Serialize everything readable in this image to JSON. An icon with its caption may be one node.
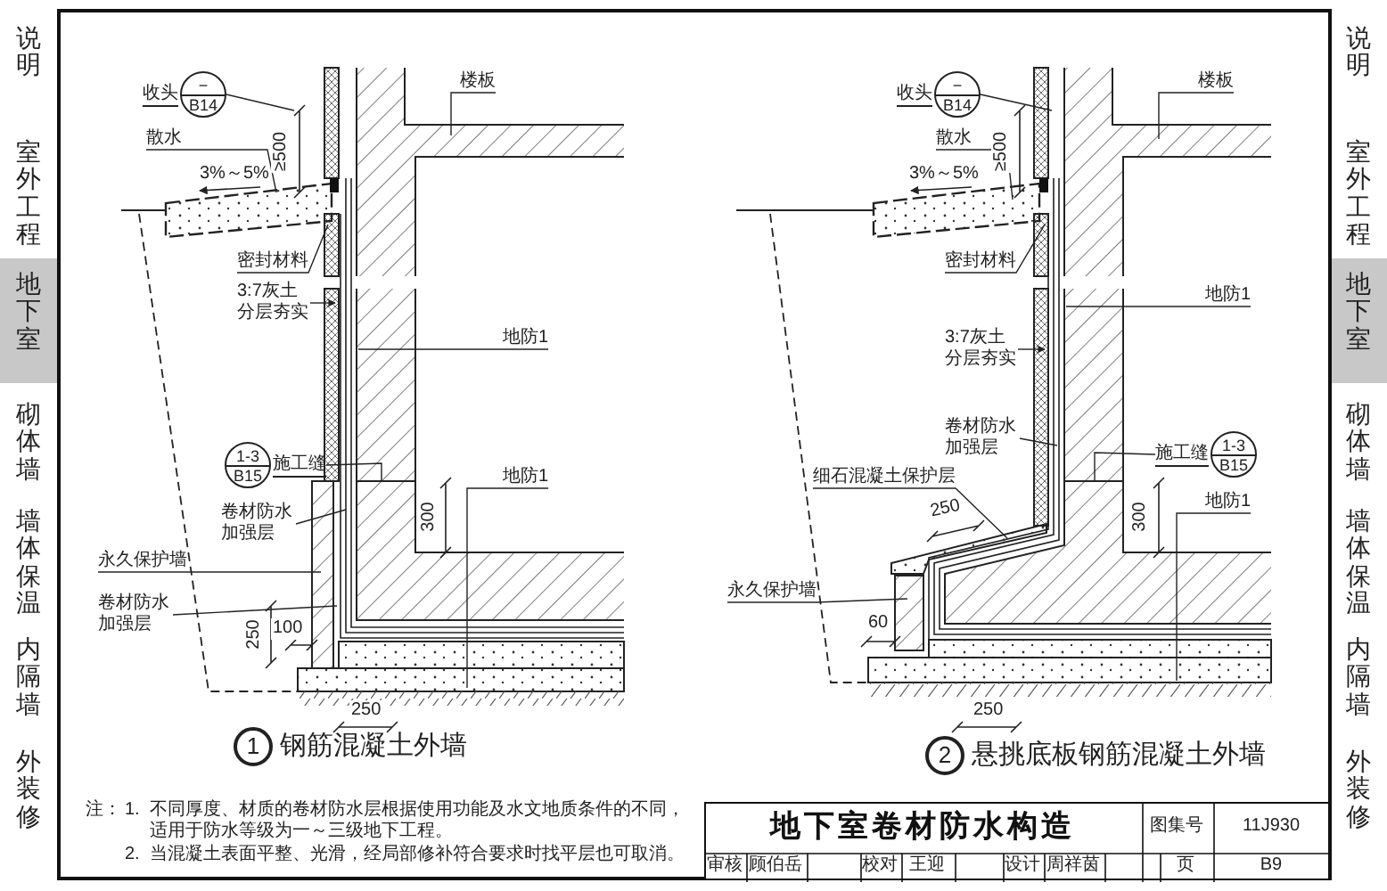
{
  "diagram": {
    "title": "地下室卷材防水构造",
    "nodes": [
      {
        "text": [
          "−",
          "B14"
        ],
        "beside": [
          "收头"
        ]
      },
      {
        "text": [
          "楼板"
        ]
      },
      {
        "text": [
          "散水"
        ]
      },
      {
        "text": [
          "密封材料"
        ]
      },
      {
        "text": [
          "3:7灰土分层夯实"
        ]
      },
      {
        "text": [
          "地防1"
        ]
      },
      {
        "text": [
          "1-3",
          "B15"
        ],
        "beside": [
          "施工缝"
        ]
      },
      {
        "text": [
          "地防1"
        ]
      },
      {
        "text": [
          "卷材防水加强层"
        ]
      },
      {
        "text": [
          "永久保护墙"
        ]
      },
      {
        "text": [
          "卷材防水加强层"
        ]
      },
      {
        "text": [
          "−",
          "B14"
        ],
        "beside": [
          "收头"
        ]
      },
      {
        "text": [
          "楼板"
        ]
      },
      {
        "text": [
          "散水"
        ]
      },
      {
        "text": [
          "密封材料"
        ]
      },
      {
        "text": [
          "地防1"
        ]
      },
      {
        "text": [
          "3:7灰土分层夯实"
        ]
      },
      {
        "text": [
          "卷材防水加强层"
        ]
      },
      {
        "text": [
          "细石混凝土保护层"
        ]
      },
      {
        "text": [
          "1-3",
          "B15"
        ],
        "beside": [
          "施工缝"
        ]
      },
      {
        "text": [
          "地防1"
        ]
      },
      {
        "text": [
          "永久保护墙"
        ]
      }
    ],
    "edges": [
      {
        "from": 0,
        "to": null,
        "arrow": "none"
      },
      {
        "from": 1,
        "to": null,
        "arrow": "none"
      },
      {
        "from": 2,
        "to": null,
        "arrow": "none"
      },
      {
        "from": 3,
        "to": null,
        "arrow": "none"
      },
      {
        "from": 4,
        "to": null,
        "arrow": "to"
      },
      {
        "from": 5,
        "to": null,
        "arrow": "none"
      },
      {
        "from": 6,
        "to": null,
        "arrow": "none"
      },
      {
        "from": 7,
        "to": null,
        "arrow": "none"
      },
      {
        "from": 8,
        "to": null,
        "arrow": "none"
      },
      {
        "from": 9,
        "to": null,
        "arrow": "none"
      },
      {
        "from": 10,
        "to": null,
        "arrow": "none"
      },
      {
        "from": 11,
        "to": null,
        "arrow": "none"
      },
      {
        "from": 12,
        "to": null,
        "arrow": "none"
      },
      {
        "from": 13,
        "to": null,
        "arrow": "none"
      },
      {
        "from": 14,
        "to": null,
        "arrow": "none"
      },
      {
        "from": 15,
        "to": null,
        "arrow": "none"
      },
      {
        "from": 16,
        "to": null,
        "arrow": "to"
      },
      {
        "from": 17,
        "to": null,
        "arrow": "none"
      },
      {
        "from": 18,
        "to": null,
        "arrow": "none"
      },
      {
        "from": 19,
        "to": null,
        "arrow": "none"
      },
      {
        "from": 20,
        "to": null,
        "arrow": "none"
      },
      {
        "from": 21,
        "to": null,
        "arrow": "none"
      }
    ],
    "labels": [
      "说明",
      "室外工程",
      "地下室",
      "砌体墙",
      "墙体保温",
      "内隔墙",
      "外装修",
      "说明",
      "室外工程",
      "地下室",
      "砌体墙",
      "墙体保温",
      "内隔墙",
      "外装修",
      "3%～5%",
      "≥500",
      "300",
      "250",
      "100",
      "250",
      "1",
      "钢筋混凝土外墙",
      "3%～5%",
      "≥500",
      "250",
      "300",
      "60",
      "250",
      "2",
      "悬挑底板钢筋混凝土外墙",
      "注：",
      "1.",
      "不同厚度、材质的卷材防水层根据使用功能及水文地质条件的不同，适用于防水等级为一～三级地下工程。",
      "2.",
      "当混凝土表面平整、光滑，经局部修补符合要求时找平层也可取消。",
      "图集号",
      "11J930",
      "审核",
      "顾伯岳",
      "校对",
      "王迎",
      "设计",
      "周祥茵",
      "页",
      "B9"
    ]
  }
}
